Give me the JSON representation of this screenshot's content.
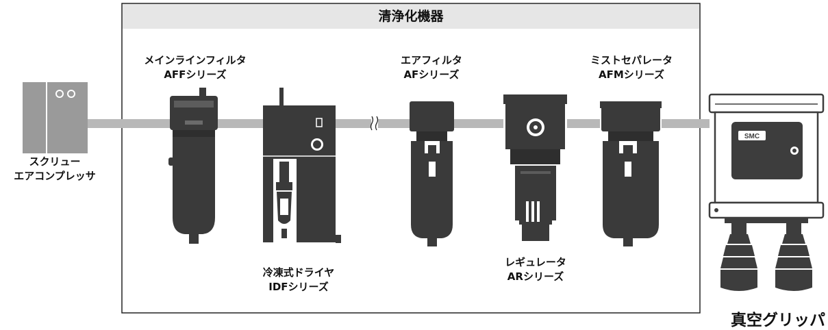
{
  "frame": {
    "title": "清浄化機器"
  },
  "components": {
    "compressor": {
      "line1": "スクリュー",
      "line2": "エアコンプレッサ"
    },
    "main_filter": {
      "line1": "メインラインフィルタ",
      "line2": "AFFシリーズ"
    },
    "dryer": {
      "line1": "冷凍式ドライヤ",
      "line2": "IDFシリーズ"
    },
    "air_filter": {
      "line1": "エアフィルタ",
      "line2": "AFシリーズ"
    },
    "regulator": {
      "line1": "レギュレータ",
      "line2": "ARシリーズ"
    },
    "mist_separator": {
      "line1": "ミストセパレータ",
      "line2": "AFMシリーズ"
    },
    "gripper": {
      "label": "真空グリッパ",
      "logo": "SMC"
    }
  },
  "colors": {
    "frame_header": "#e6e6e6",
    "pipe": "#b8b8b8",
    "device": "#3a3a3a",
    "device_light": "#5c5c5c",
    "compressor": "#9a9a9a",
    "gripper": "#3d3d3d"
  }
}
